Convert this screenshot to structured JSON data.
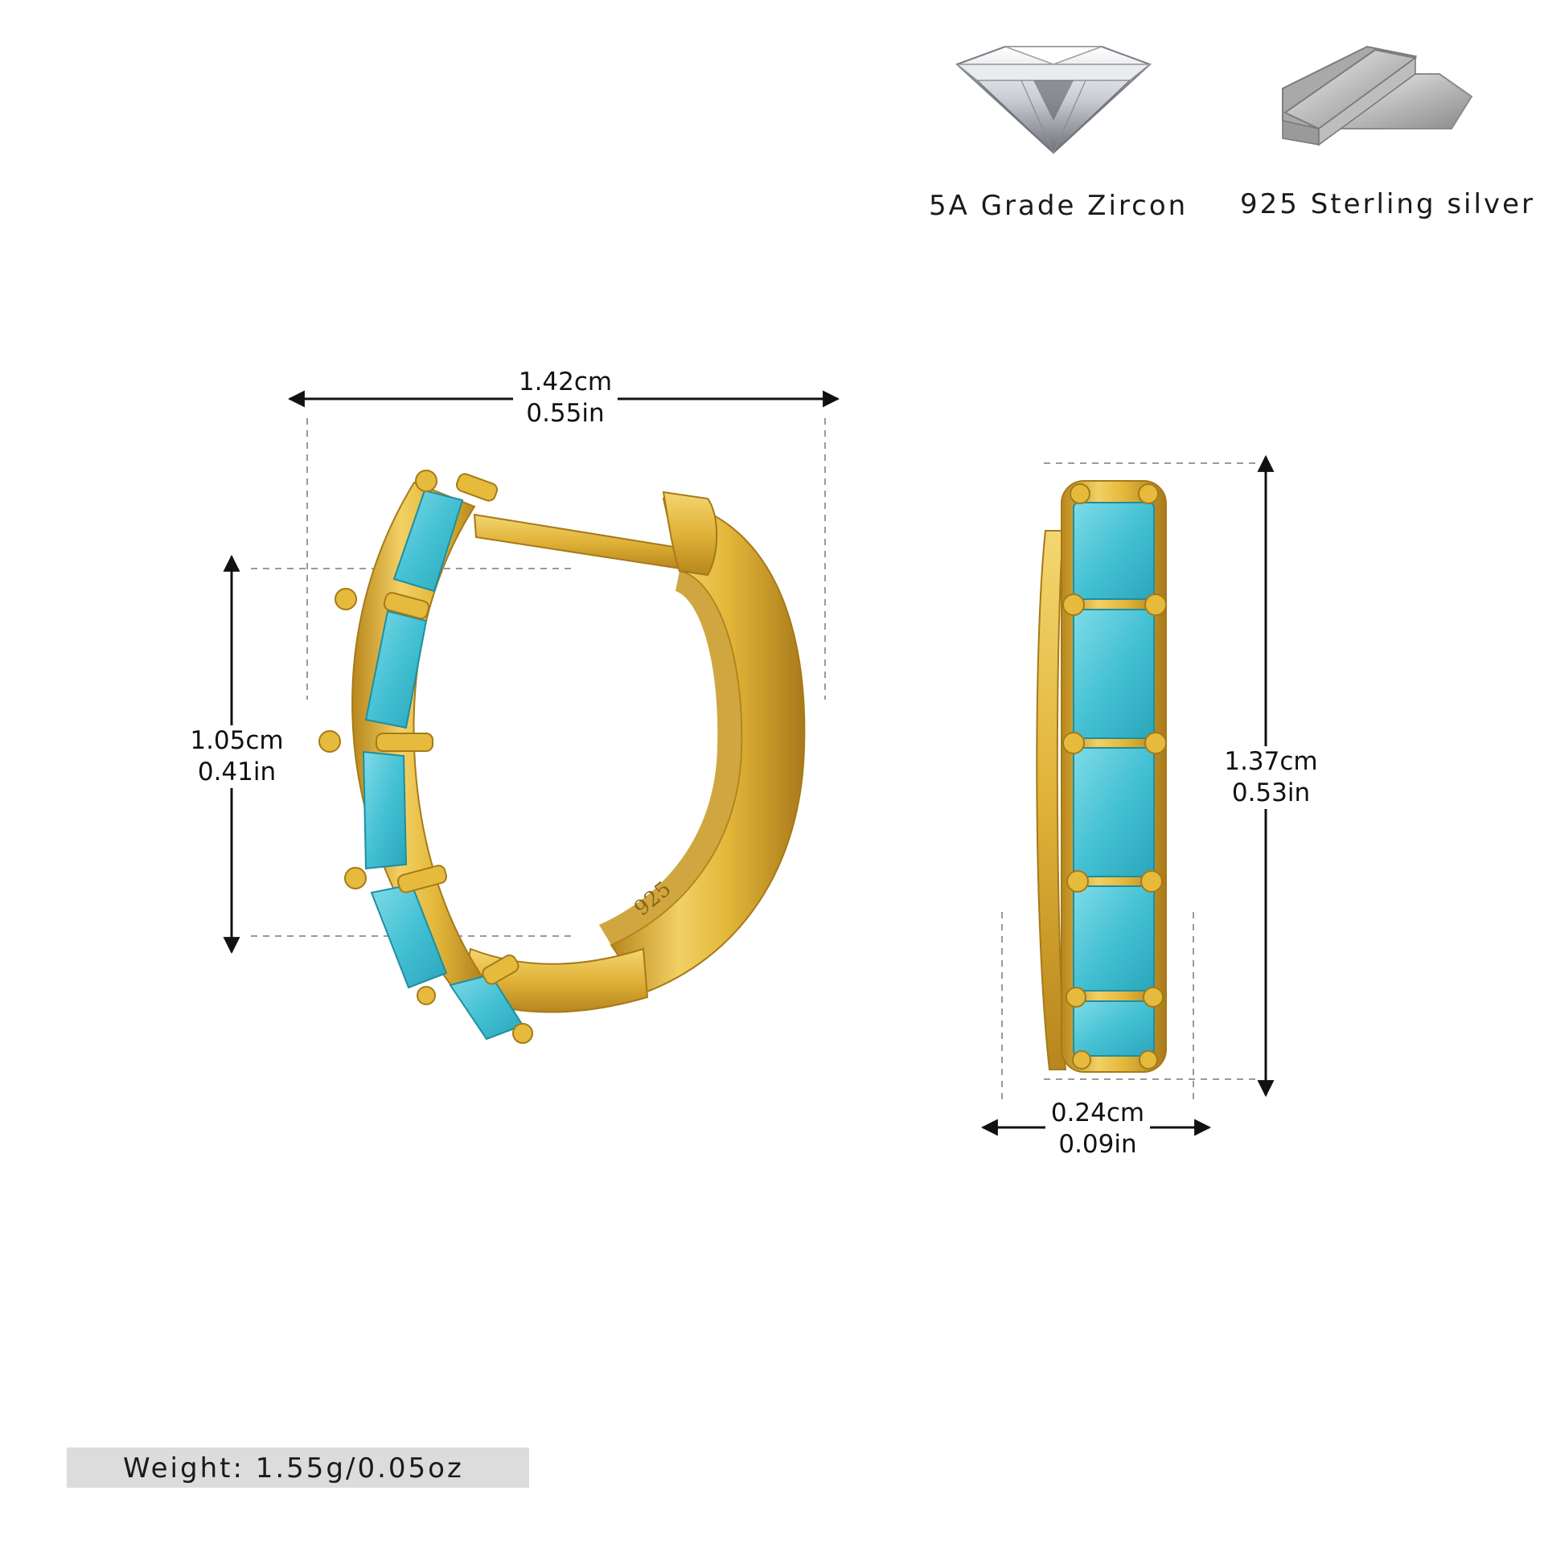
{
  "features": {
    "zircon_label": "5A Grade Zircon",
    "silver_label": "925 Sterling silver"
  },
  "dimensions": {
    "width_cm": "1.42cm",
    "width_in": "0.55in",
    "inner_height_cm": "1.05cm",
    "inner_height_in": "0.41in",
    "side_height_cm": "1.37cm",
    "side_height_in": "0.53in",
    "thickness_cm": "0.24cm",
    "thickness_in": "0.09in"
  },
  "hallmark": "925",
  "weight": "Weight:  1.55g/0.05oz",
  "colors": {
    "gold": "#e3b83a",
    "gold_dark": "#b8871c",
    "turquoise": "#4cc3d6",
    "silver": "#c8c8c8",
    "weight_bar": "#dcdcdc"
  }
}
